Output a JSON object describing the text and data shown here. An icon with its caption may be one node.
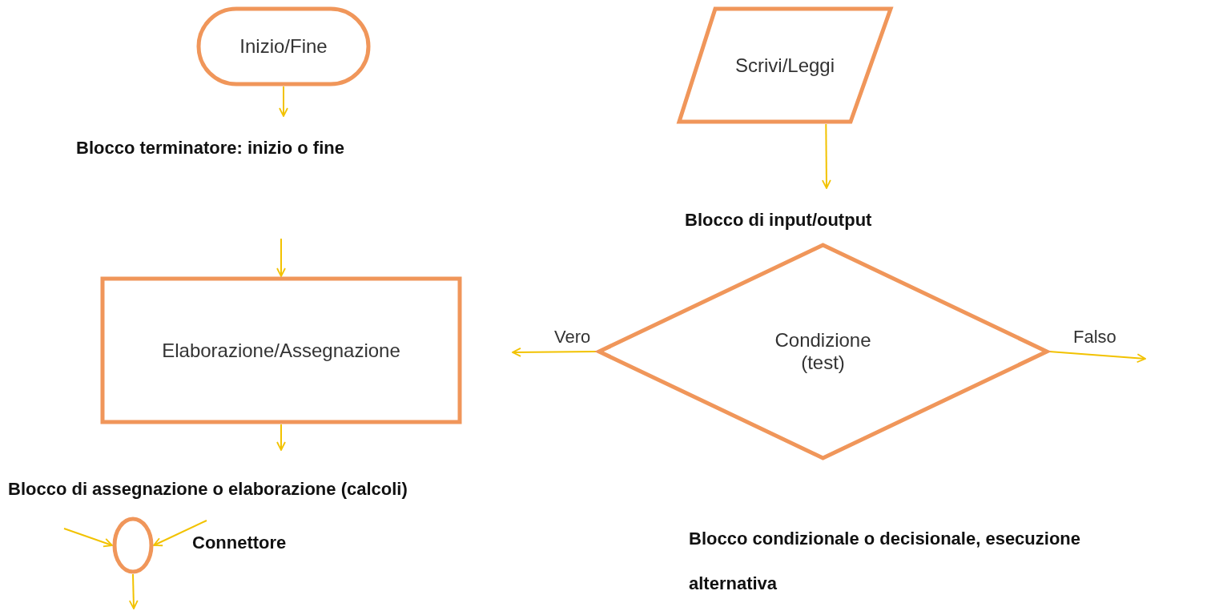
{
  "diagram": {
    "nodes": [
      {
        "text": [
          "Inizio/Fine"
        ]
      },
      {
        "text": [
          "Scrivi/Leggi"
        ]
      },
      {
        "text": [
          "Elaborazione/Assegnazione"
        ]
      },
      {
        "text": [
          "Condizione (test)"
        ]
      },
      {
        "text": [],
        "shape": "circle"
      }
    ],
    "edges": [
      {
        "from": 0,
        "to": null,
        "arrow": "to"
      },
      {
        "from": 1,
        "to": null,
        "arrow": "to"
      },
      {
        "from": null,
        "to": 2,
        "arrow": "to"
      },
      {
        "from": 2,
        "to": null,
        "arrow": "to"
      },
      {
        "from": 3,
        "to": null,
        "arrow": "to",
        "label": "Vero"
      },
      {
        "from": 3,
        "to": null,
        "arrow": "to",
        "label": "Falso"
      },
      {
        "from": null,
        "to": 4,
        "arrow": "to"
      },
      {
        "from": null,
        "to": 4,
        "arrow": "to"
      },
      {
        "from": 4,
        "to": null,
        "arrow": "to"
      }
    ],
    "labels": [
      "Blocco terminatore: inizio o fine",
      "Blocco di input/output",
      "Blocco di assegnazione o elaborazione (calcoli)",
      "Connettore",
      "Blocco condizionale o decisionale, esecuzione alternativa"
    ]
  }
}
